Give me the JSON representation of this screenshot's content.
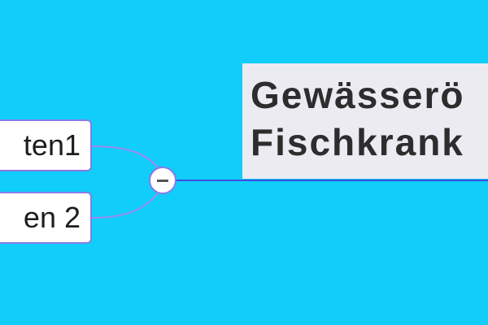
{
  "central_topic": {
    "line1": "Gewässerö",
    "line2": "Fischkrank"
  },
  "subtopics": [
    {
      "label": "ten1"
    },
    {
      "label": "en 2"
    }
  ],
  "collapse_toggle": {
    "icon": "minus-icon"
  },
  "colors": {
    "background": "#10cdf9",
    "connector": "#8a7ae6",
    "central_fill": "#ecebf2",
    "underline": "#3b4fe0"
  }
}
